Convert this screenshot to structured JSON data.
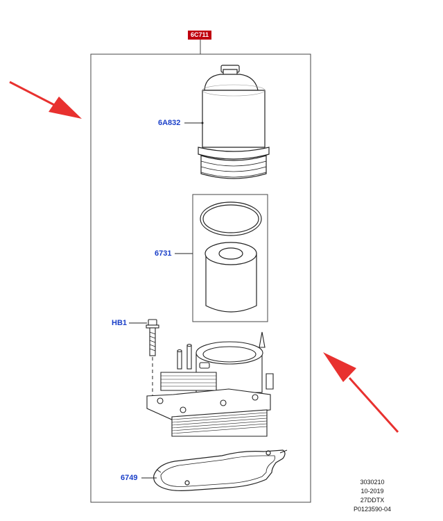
{
  "assembly": {
    "code": "6C711",
    "tag_color": "#c00010"
  },
  "parts": [
    {
      "id": "6A832",
      "name": "filter-housing-cap"
    },
    {
      "id": "6731",
      "name": "oil-filter-element-and-seal"
    },
    {
      "id": "HB1",
      "name": "bolt"
    },
    {
      "id": "6749",
      "name": "gasket"
    }
  ],
  "label_color": "#1a3fc8",
  "arrow_color": "#e8312f",
  "reference": {
    "line1": "3030210",
    "line2": "10-2019",
    "line3": "27DDTX",
    "line4": "P0123590-04"
  }
}
